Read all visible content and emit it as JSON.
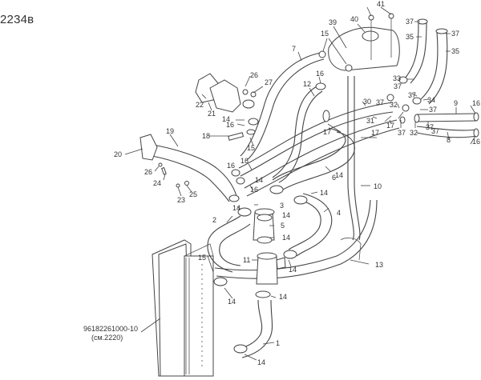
{
  "title": "2234в",
  "reference": {
    "part_number": "96182261000-10",
    "see_also": "(см.2220)"
  },
  "labels": [
    {
      "id": "l1",
      "text": "1"
    },
    {
      "id": "l2",
      "text": "2"
    },
    {
      "id": "l3",
      "text": "3"
    },
    {
      "id": "l4",
      "text": "4"
    },
    {
      "id": "l5",
      "text": "5"
    },
    {
      "id": "l6",
      "text": "6"
    },
    {
      "id": "l7",
      "text": "7"
    },
    {
      "id": "l8",
      "text": "8"
    },
    {
      "id": "l9",
      "text": "9"
    },
    {
      "id": "l10",
      "text": "10"
    },
    {
      "id": "l11",
      "text": "11"
    },
    {
      "id": "l12",
      "text": "12"
    },
    {
      "id": "l13",
      "text": "13"
    },
    {
      "id": "l14a",
      "text": "14"
    },
    {
      "id": "l14b",
      "text": "14"
    },
    {
      "id": "l14c",
      "text": "14"
    },
    {
      "id": "l14d",
      "text": "14"
    },
    {
      "id": "l14e",
      "text": "14"
    },
    {
      "id": "l14f",
      "text": "14"
    },
    {
      "id": "l14g",
      "text": "14"
    },
    {
      "id": "l14h",
      "text": "14"
    },
    {
      "id": "l14i",
      "text": "14"
    },
    {
      "id": "l14j",
      "text": "14"
    },
    {
      "id": "l14k",
      "text": "14"
    },
    {
      "id": "l15a",
      "text": "15"
    },
    {
      "id": "l15b",
      "text": "15"
    },
    {
      "id": "l15c",
      "text": "15"
    },
    {
      "id": "l16a",
      "text": "16"
    },
    {
      "id": "l16b",
      "text": "16"
    },
    {
      "id": "l16c",
      "text": "16"
    },
    {
      "id": "l16d",
      "text": "16"
    },
    {
      "id": "l16e",
      "text": "16"
    },
    {
      "id": "l16f",
      "text": "16"
    },
    {
      "id": "l16g",
      "text": "16"
    },
    {
      "id": "l17a",
      "text": "17"
    },
    {
      "id": "l17b",
      "text": "17"
    },
    {
      "id": "l17c",
      "text": "17"
    },
    {
      "id": "l18",
      "text": "18"
    },
    {
      "id": "l19",
      "text": "19"
    },
    {
      "id": "l20",
      "text": "20"
    },
    {
      "id": "l21",
      "text": "21"
    },
    {
      "id": "l22",
      "text": "22"
    },
    {
      "id": "l23",
      "text": "23"
    },
    {
      "id": "l24",
      "text": "24"
    },
    {
      "id": "l25",
      "text": "25"
    },
    {
      "id": "l26a",
      "text": "26"
    },
    {
      "id": "l26b",
      "text": "26"
    },
    {
      "id": "l27",
      "text": "27"
    },
    {
      "id": "l30",
      "text": "30"
    },
    {
      "id": "l31",
      "text": "31"
    },
    {
      "id": "l32a",
      "text": "32"
    },
    {
      "id": "l32b",
      "text": "32"
    },
    {
      "id": "l33",
      "text": "33"
    },
    {
      "id": "l34",
      "text": "34"
    },
    {
      "id": "l35a",
      "text": "35"
    },
    {
      "id": "l35b",
      "text": "35"
    },
    {
      "id": "l37a",
      "text": "37"
    },
    {
      "id": "l37b",
      "text": "37"
    },
    {
      "id": "l37c",
      "text": "37"
    },
    {
      "id": "l37d",
      "text": "37"
    },
    {
      "id": "l37e",
      "text": "37"
    },
    {
      "id": "l37f",
      "text": "37"
    },
    {
      "id": "l37g",
      "text": "37"
    },
    {
      "id": "l37h",
      "text": "37"
    },
    {
      "id": "l37i",
      "text": "37"
    },
    {
      "id": "l39",
      "text": "39"
    },
    {
      "id": "l40",
      "text": "40"
    },
    {
      "id": "l41",
      "text": "41"
    }
  ],
  "colors": {
    "line": "#444444",
    "text": "#333333",
    "background": "#ffffff"
  }
}
